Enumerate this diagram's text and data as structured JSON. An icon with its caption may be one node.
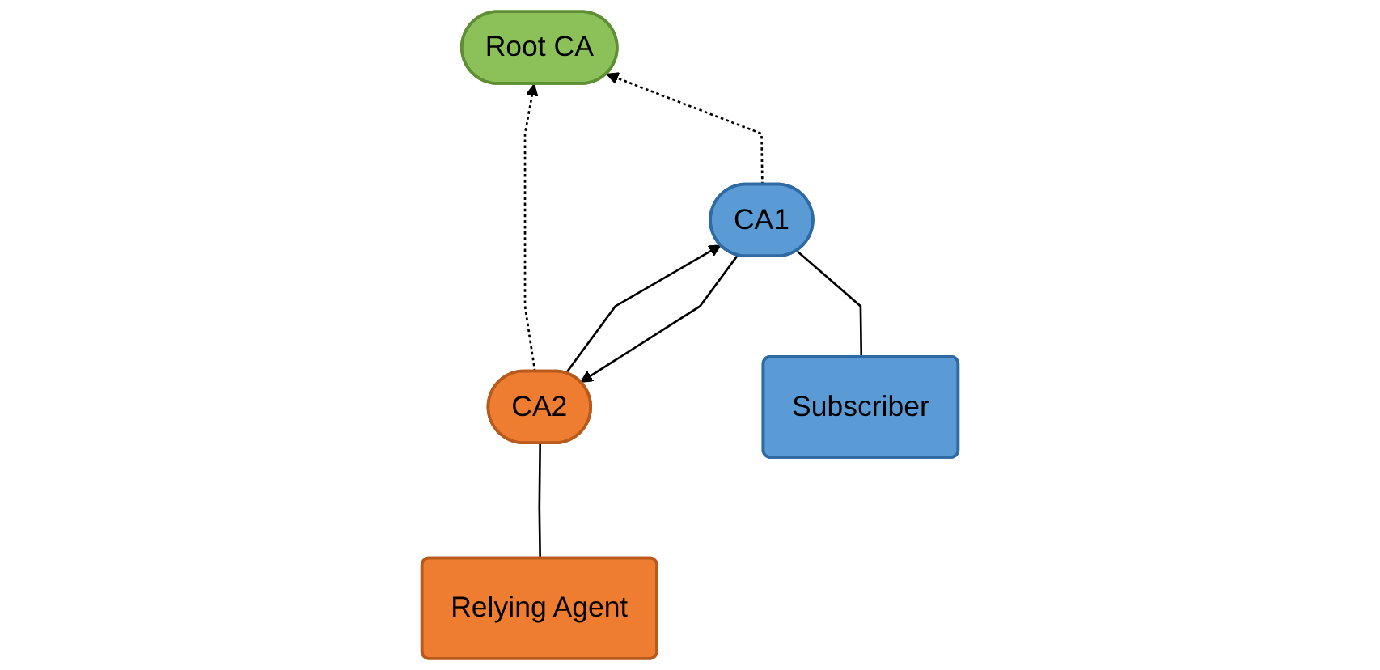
{
  "diagram": {
    "nodes": [
      {
        "text": [
          "Root CA"
        ]
      },
      {
        "text": [
          "CA2"
        ]
      },
      {
        "text": [
          "CA1"
        ]
      },
      {
        "text": [
          "Relying Agent"
        ]
      },
      {
        "text": [
          "Subscriber"
        ]
      }
    ],
    "edges": [
      {
        "from": 1,
        "to": 0,
        "arrow": "to",
        "style": "dashed"
      },
      {
        "from": 2,
        "to": 0,
        "arrow": "to",
        "style": "dashed"
      },
      {
        "from": 1,
        "to": 2,
        "arrow": "to"
      },
      {
        "from": 2,
        "to": 1,
        "arrow": "to"
      },
      {
        "from": 3,
        "to": 1,
        "arrow": "none"
      },
      {
        "from": 4,
        "to": 2,
        "arrow": "none"
      }
    ]
  }
}
